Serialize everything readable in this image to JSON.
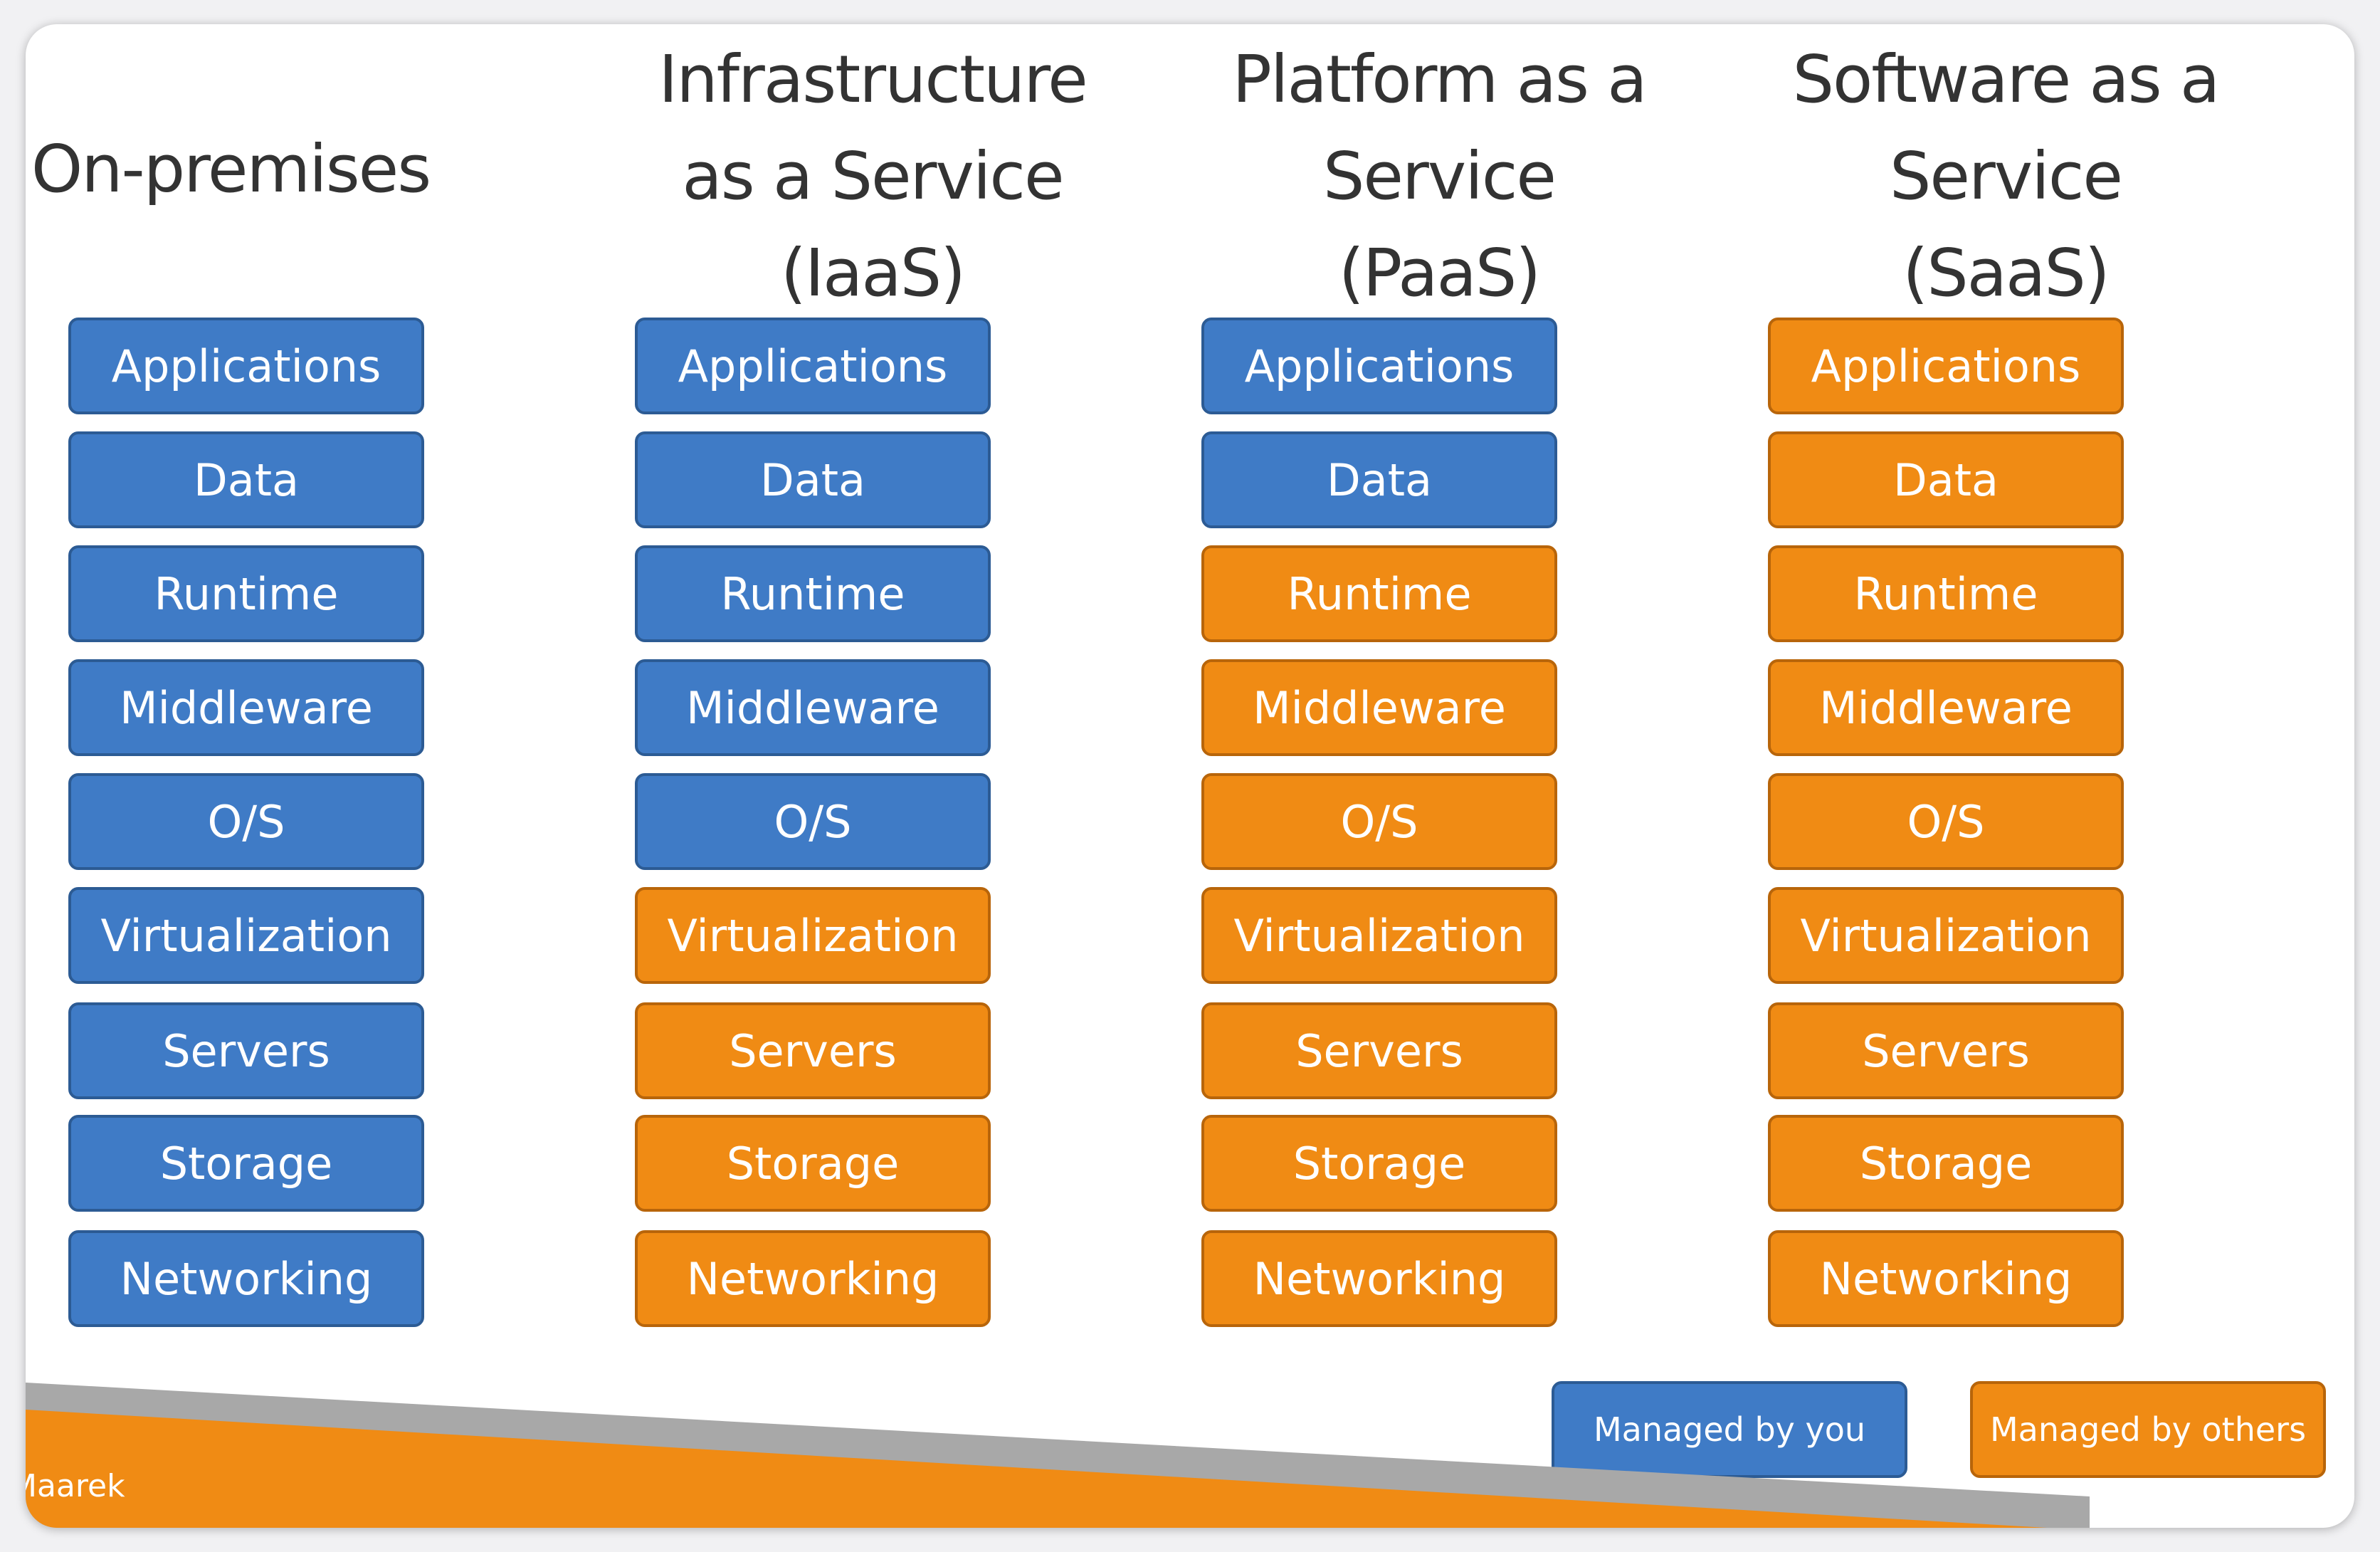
{
  "colors": {
    "managed_by_you": "#3f7bc6",
    "managed_by_others": "#f08b14"
  },
  "columns": [
    {
      "title_lines": [
        "On-premises"
      ],
      "layers": [
        {
          "label": "Applications",
          "managed": "you"
        },
        {
          "label": "Data",
          "managed": "you"
        },
        {
          "label": "Runtime",
          "managed": "you"
        },
        {
          "label": "Middleware",
          "managed": "you"
        },
        {
          "label": "O/S",
          "managed": "you"
        },
        {
          "label": "Virtualization",
          "managed": "you"
        },
        {
          "label": "Servers",
          "managed": "you"
        },
        {
          "label": "Storage",
          "managed": "you"
        },
        {
          "label": "Networking",
          "managed": "you"
        }
      ]
    },
    {
      "title_lines": [
        "Infrastructure",
        "as a Service",
        "(IaaS)"
      ],
      "layers": [
        {
          "label": "Applications",
          "managed": "you"
        },
        {
          "label": "Data",
          "managed": "you"
        },
        {
          "label": "Runtime",
          "managed": "you"
        },
        {
          "label": "Middleware",
          "managed": "you"
        },
        {
          "label": "O/S",
          "managed": "you"
        },
        {
          "label": "Virtualization",
          "managed": "others"
        },
        {
          "label": "Servers",
          "managed": "others"
        },
        {
          "label": "Storage",
          "managed": "others"
        },
        {
          "label": "Networking",
          "managed": "others"
        }
      ]
    },
    {
      "title_lines": [
        "Platform as a",
        "Service",
        "(PaaS)"
      ],
      "layers": [
        {
          "label": "Applications",
          "managed": "you"
        },
        {
          "label": "Data",
          "managed": "you"
        },
        {
          "label": "Runtime",
          "managed": "others"
        },
        {
          "label": "Middleware",
          "managed": "others"
        },
        {
          "label": "O/S",
          "managed": "others"
        },
        {
          "label": "Virtualization",
          "managed": "others"
        },
        {
          "label": "Servers",
          "managed": "others"
        },
        {
          "label": "Storage",
          "managed": "others"
        },
        {
          "label": "Networking",
          "managed": "others"
        }
      ]
    },
    {
      "title_lines": [
        "Software as a",
        "Service",
        "(SaaS)"
      ],
      "layers": [
        {
          "label": "Applications",
          "managed": "others"
        },
        {
          "label": "Data",
          "managed": "others"
        },
        {
          "label": "Runtime",
          "managed": "others"
        },
        {
          "label": "Middleware",
          "managed": "others"
        },
        {
          "label": "O/S",
          "managed": "others"
        },
        {
          "label": "Virtualization",
          "managed": "others"
        },
        {
          "label": "Servers",
          "managed": "others"
        },
        {
          "label": "Storage",
          "managed": "others"
        },
        {
          "label": "Networking",
          "managed": "others"
        }
      ]
    }
  ],
  "legend": {
    "you": "Managed by you",
    "others": "Managed by others"
  },
  "footer_text": "Maarek"
}
